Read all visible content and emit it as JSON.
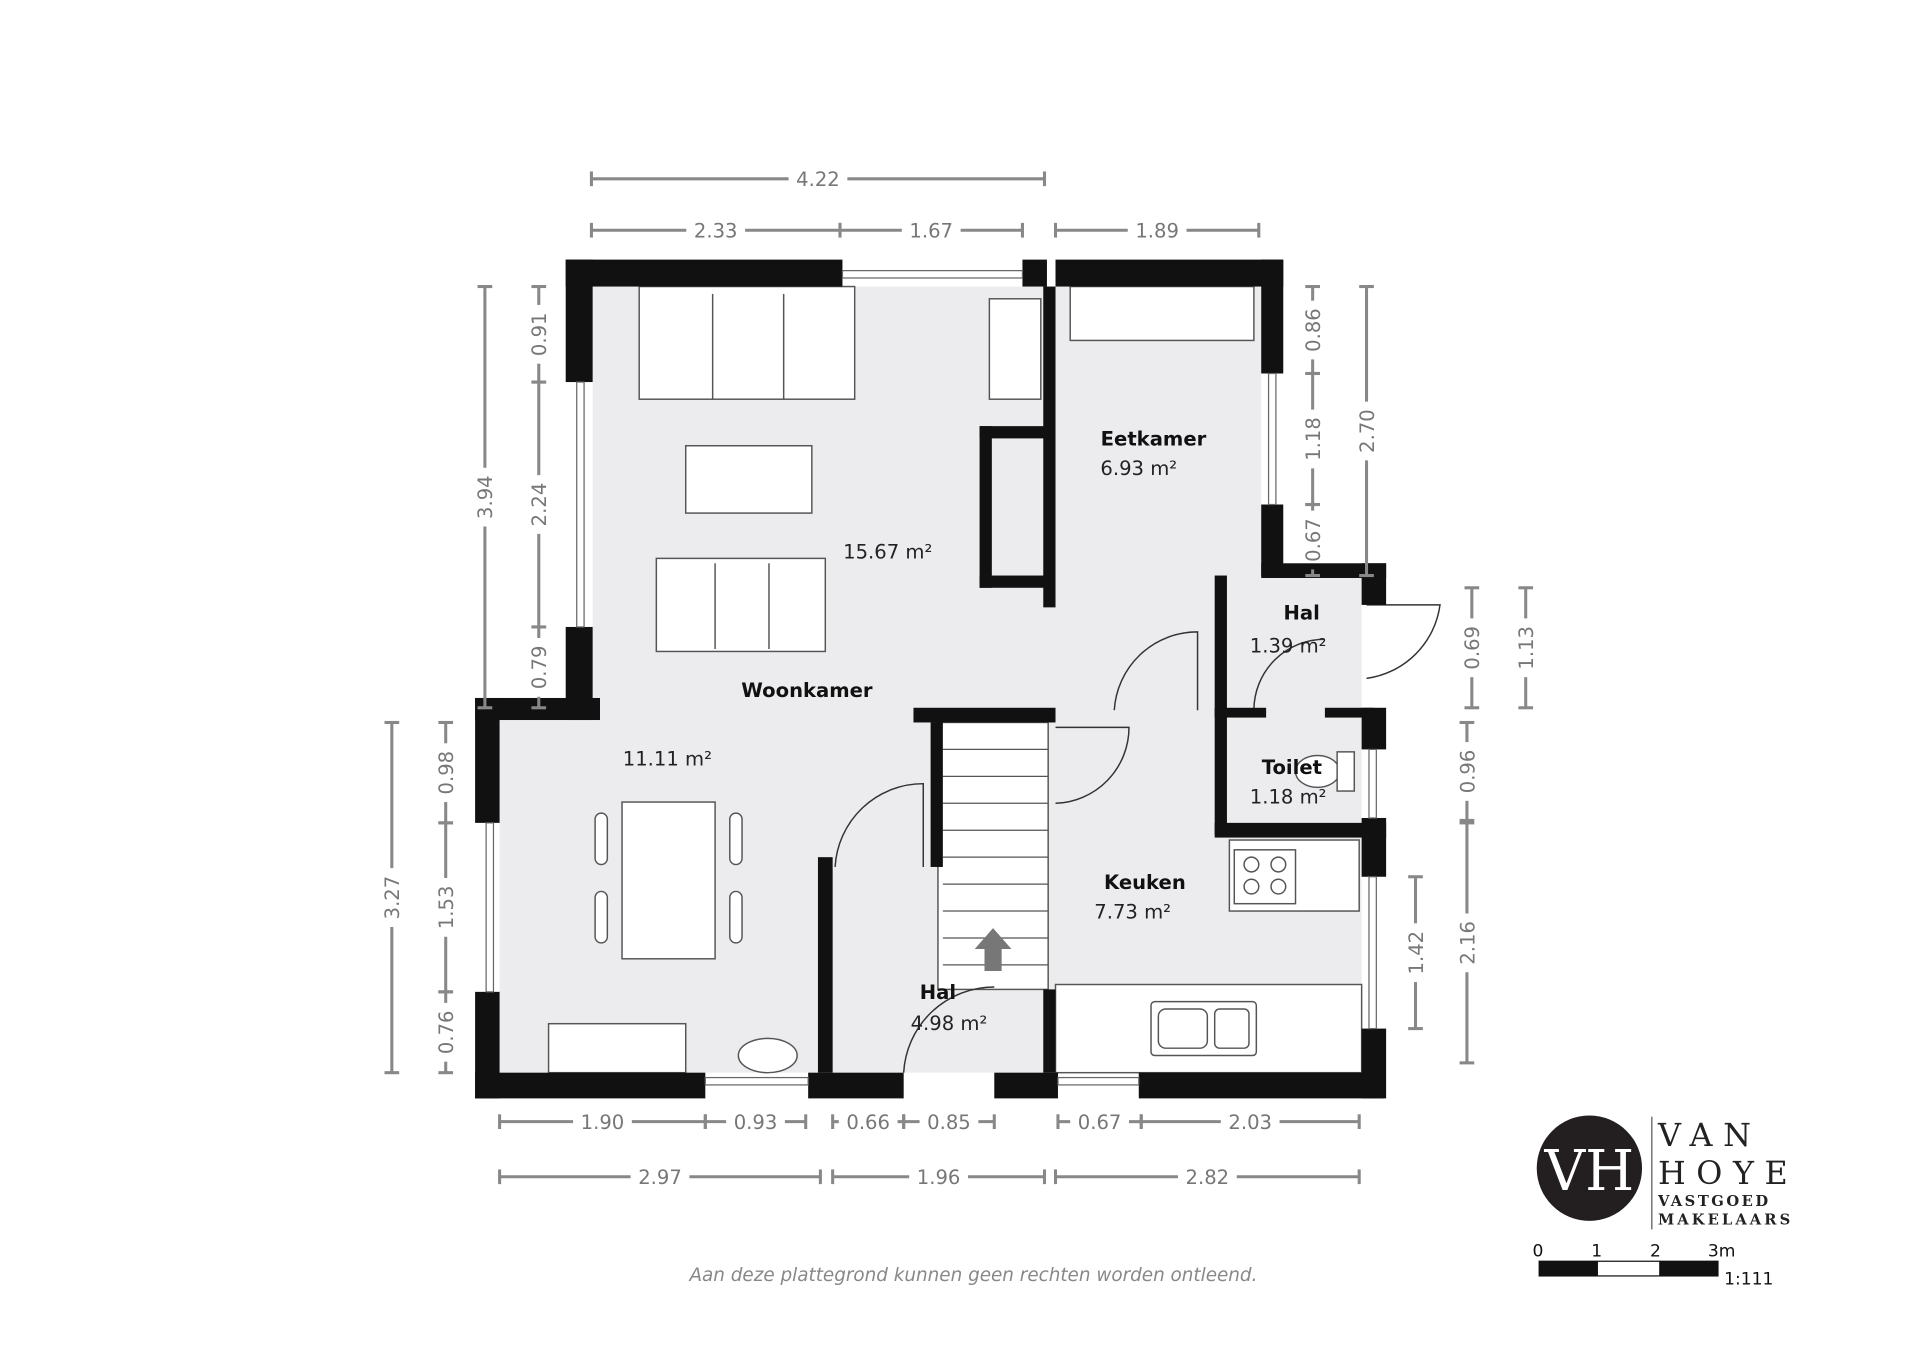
{
  "rooms": [
    {
      "name": "Eetkamer",
      "area": "6.93 m²"
    },
    {
      "name": "",
      "area": "15.67 m²"
    },
    {
      "name": "Woonkamer",
      "area": ""
    },
    {
      "name": "",
      "area": "11.11 m²"
    },
    {
      "name": "Hal",
      "area": "1.39 m²"
    },
    {
      "name": "Toilet",
      "area": "1.18 m²"
    },
    {
      "name": "Keuken",
      "area": "7.73 m²"
    },
    {
      "name": "Hal",
      "area": "4.98 m²"
    }
  ],
  "dimensions": [
    "4.22",
    "2.33",
    "1.67",
    "1.89",
    "3.94",
    "0.91",
    "2.24",
    "0.79",
    "3.27",
    "0.98",
    "1.53",
    "0.76",
    "0.86",
    "1.18",
    "0.67",
    "2.70",
    "0.69",
    "1.13",
    "0.96",
    "1.42",
    "2.16",
    "1.90",
    "0.93",
    "0.66",
    "0.85",
    "0.67",
    "2.03",
    "2.97",
    "1.96",
    "2.82"
  ],
  "disclaimer": "Aan deze plattegrond kunnen geen rechten worden ontleend.",
  "logo": {
    "monogram": "VH",
    "line1": "VAN",
    "line2": "HOYE",
    "line3": "VASTGOED",
    "line4": "MAKELAARS"
  },
  "scale_bar": {
    "ticks": [
      "0",
      "1",
      "2",
      "3m"
    ],
    "ratio": "1:111"
  },
  "colors": {
    "wall": "#111111",
    "floor": "#ececef",
    "dimension": "#777777"
  }
}
